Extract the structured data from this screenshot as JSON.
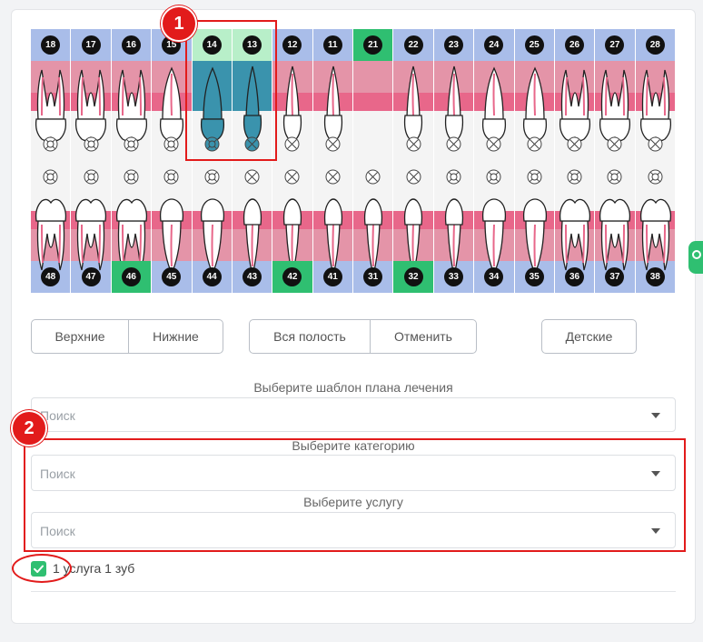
{
  "upper_numbers": [
    "18",
    "17",
    "16",
    "15",
    "14",
    "13",
    "12",
    "11",
    "21",
    "22",
    "23",
    "24",
    "25",
    "26",
    "27",
    "28"
  ],
  "lower_numbers": [
    "48",
    "47",
    "46",
    "45",
    "44",
    "43",
    "42",
    "41",
    "31",
    "32",
    "33",
    "34",
    "35",
    "36",
    "37",
    "38"
  ],
  "selected_upper": [
    "14",
    "13"
  ],
  "highlighted_numbers": [
    "21",
    "46",
    "42",
    "32"
  ],
  "colors": {
    "blue_band": "#a9bde9",
    "pink_band": "#e494a8",
    "pink_strong": "#e8678a",
    "green_select": "#b8efc9",
    "teal": "#3a93ad",
    "green_badge": "#2fbf71",
    "red_annot": "#e21b1b",
    "tooth_outline": "#222222"
  },
  "buttons": {
    "upper": "Верхние",
    "lower": "Нижние",
    "full_mouth": "Вся полость",
    "cancel": "Отменить",
    "children": "Детские"
  },
  "template_label": "Выберите шаблон плана лечения",
  "template_placeholder": "Поиск",
  "category_label": "Выберите категорию",
  "category_placeholder": "Поиск",
  "service_label": "Выберите услугу",
  "service_placeholder": "Поиск",
  "checkbox_label": "1 услуга 1 зуб",
  "annotations": [
    "1",
    "2"
  ]
}
